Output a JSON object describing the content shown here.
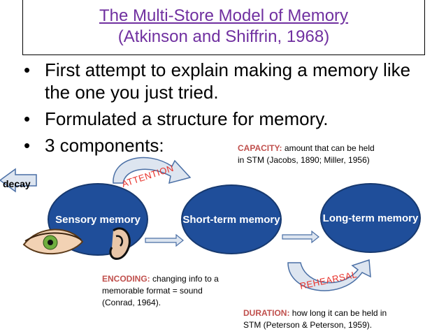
{
  "title": {
    "line1": "The Multi-Store Model of Memory",
    "line2": "(Atkinson and Shiffrin, 1968)"
  },
  "bullets": [
    "First attempt to explain making a memory like the one you just tried.",
    "Formulated a structure for memory.",
    "3 components:"
  ],
  "stores": {
    "sensory": "Sensory memory",
    "short_term": "Short-term memory",
    "long_term": "Long-term memory"
  },
  "processes": {
    "decay": "decay",
    "attention": "ATTENTION",
    "rehearsal": "REHEARSAL"
  },
  "notes": {
    "capacity_key": "CAPACITY:",
    "capacity_text": "amount that can be held in STM (Jacobs, 1890; Miller, 1956)",
    "encoding_key": "ENCODING:",
    "encoding_text": "changing info to a memorable format = sound (Conrad, 1964).",
    "duration_key": "DURATION:",
    "duration_text": "how long it can be held in STM (Peterson & Peterson, 1959)."
  },
  "colors": {
    "title": "#7030A0",
    "store_fill": "#1F4E9A",
    "arrow_fill": "#DDE5F0",
    "arrow_stroke": "#4A6FA5",
    "process_label": "#E8312A",
    "note_key": "#C0504D"
  },
  "icons": [
    "eye-icon",
    "ear-icon"
  ]
}
